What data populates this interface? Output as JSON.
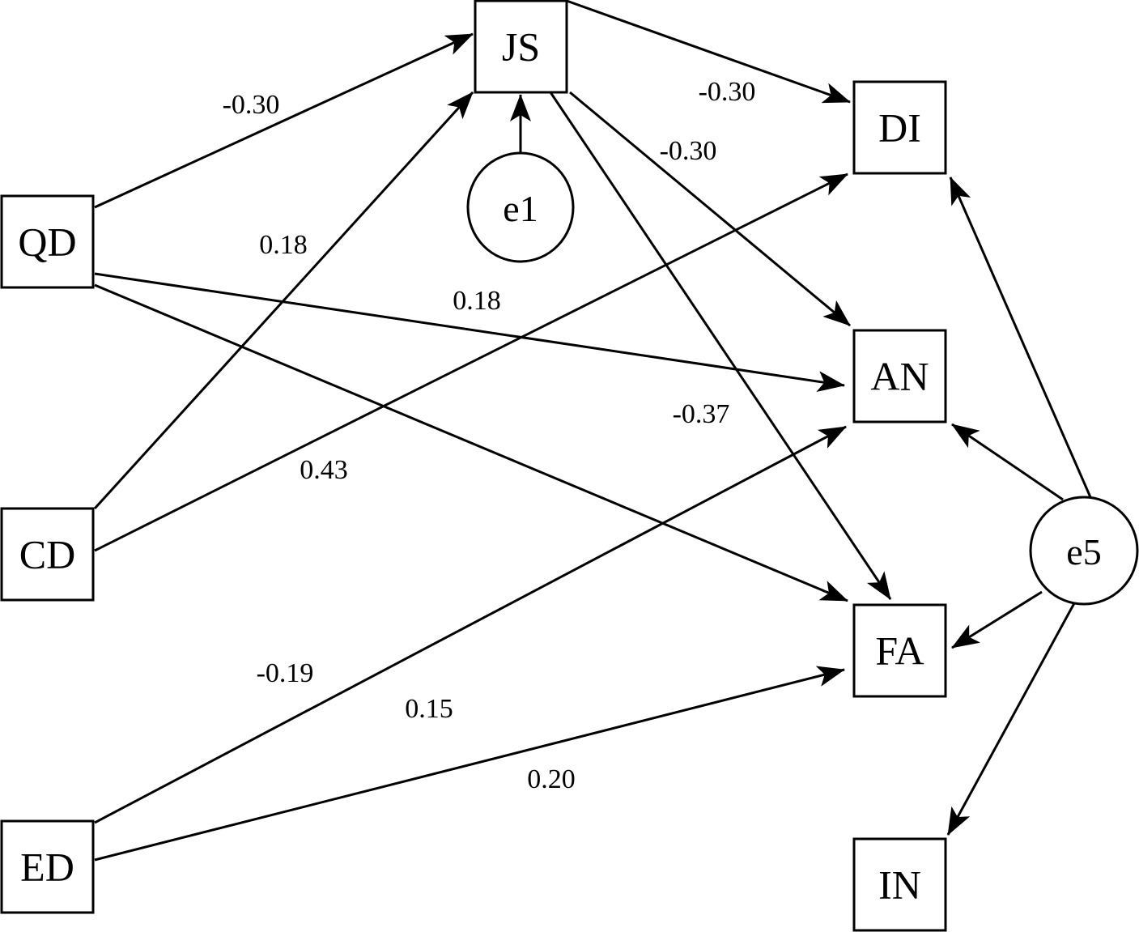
{
  "diagram": {
    "type": "path-diagram",
    "nodes": [
      {
        "id": "JS",
        "label": "JS",
        "kind": "observed"
      },
      {
        "id": "QD",
        "label": "QD",
        "kind": "observed"
      },
      {
        "id": "CD",
        "label": "CD",
        "kind": "observed"
      },
      {
        "id": "ED",
        "label": "ED",
        "kind": "observed"
      },
      {
        "id": "DI",
        "label": "DI",
        "kind": "observed"
      },
      {
        "id": "AN",
        "label": "AN",
        "kind": "observed"
      },
      {
        "id": "FA",
        "label": "FA",
        "kind": "observed"
      },
      {
        "id": "IN",
        "label": "IN",
        "kind": "observed"
      },
      {
        "id": "e1",
        "label": "e1",
        "kind": "error"
      },
      {
        "id": "e5",
        "label": "e5",
        "kind": "error"
      }
    ],
    "edges": [
      {
        "from": "QD",
        "to": "JS",
        "label": "-0.30"
      },
      {
        "from": "CD",
        "to": "JS",
        "label": "0.18"
      },
      {
        "from": "e1",
        "to": "JS",
        "label": ""
      },
      {
        "from": "JS",
        "to": "DI",
        "label": "-0.30"
      },
      {
        "from": "JS",
        "to": "AN",
        "label": "-0.30"
      },
      {
        "from": "JS",
        "to": "FA",
        "label": "-0.37"
      },
      {
        "from": "QD",
        "to": "AN",
        "label": "0.18"
      },
      {
        "from": "QD",
        "to": "FA",
        "label": ""
      },
      {
        "from": "CD",
        "to": "DI",
        "label": "0.43"
      },
      {
        "from": "ED",
        "to": "AN",
        "label": "-0.19"
      },
      {
        "from": "ED",
        "to": "FA",
        "label": "0.15"
      },
      {
        "from": "e5",
        "to": "DI",
        "label": ""
      },
      {
        "from": "e5",
        "to": "AN",
        "label": ""
      },
      {
        "from": "e5",
        "to": "FA",
        "label": ""
      },
      {
        "from": "e5",
        "to": "IN",
        "label": ""
      }
    ],
    "extra_labels": [
      "0.20"
    ]
  }
}
